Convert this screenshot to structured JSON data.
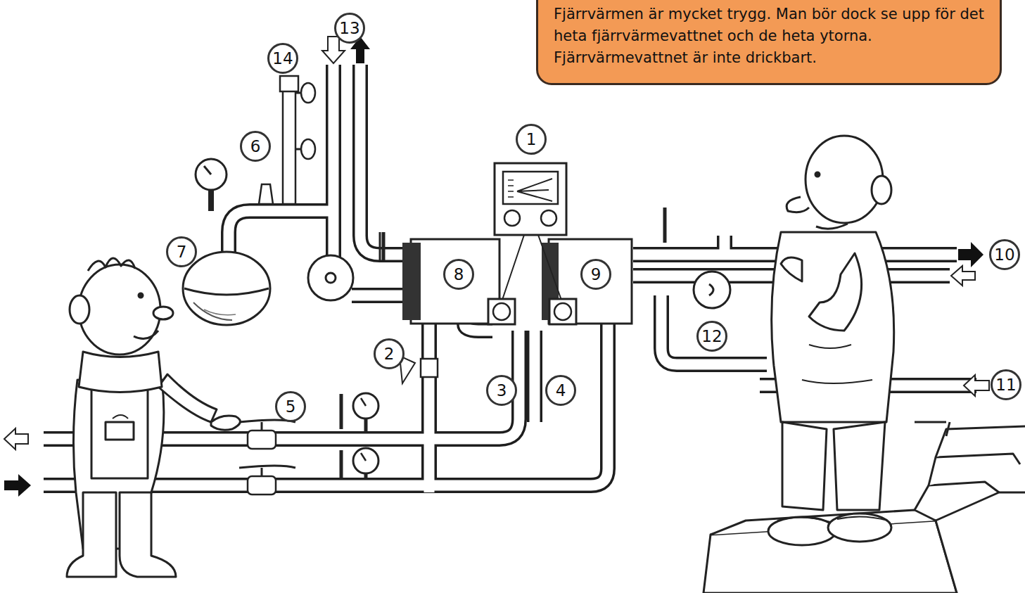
{
  "diagram": {
    "nodes": [
      {
        "text": [
          "Fjärrvärmen är mycket trygg. Man bör dock se upp för det heta fjärrvärmevattnet och de heta ytorna. Fjärrvärmevattnet är inte drickbart."
        ]
      }
    ],
    "labels": [
      "13",
      "14",
      "6",
      "1",
      "7",
      "8",
      "9",
      "10",
      "2",
      "5",
      "3",
      "4",
      "12",
      "11"
    ]
  }
}
